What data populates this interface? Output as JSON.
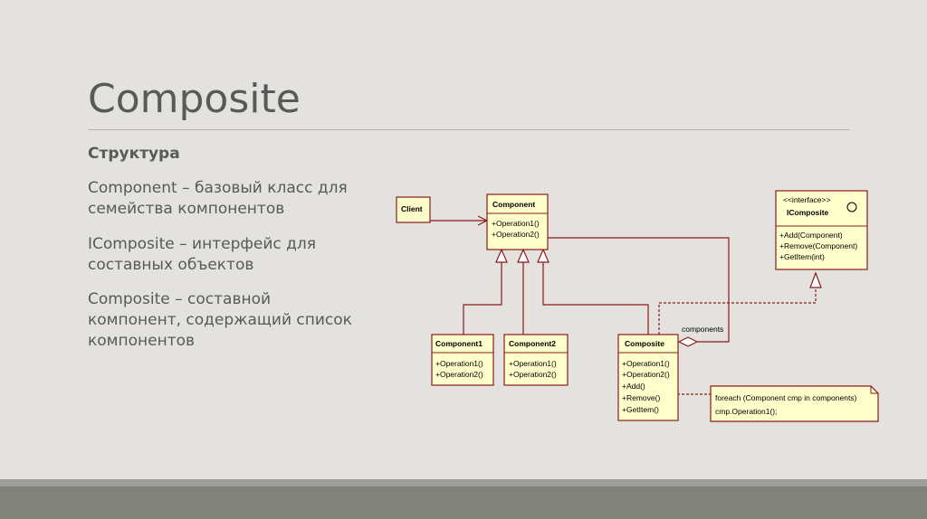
{
  "slide": {
    "title": "Composite",
    "subtitle": "Структура",
    "paragraphs": [
      "Component – базовый класс для семейства компонентов",
      "IComposite – интерфейс для составных объектов",
      "Composite – составной компонент, содержащий список компонентов"
    ]
  },
  "diagram": {
    "client": {
      "name": "Client"
    },
    "component": {
      "name": "Component",
      "ops": [
        "+Operation1()",
        "+Operation2()"
      ]
    },
    "component1": {
      "name": "Component1",
      "ops": [
        "+Operation1()",
        "+Operation2()"
      ]
    },
    "component2": {
      "name": "Component2",
      "ops": [
        "+Operation1()",
        "+Operation2()"
      ]
    },
    "composite": {
      "name": "Composite",
      "ops": [
        "+Operation1()",
        "+Operation2()",
        "+Add()",
        "+Remove()",
        "+GetItem()"
      ]
    },
    "icomposite": {
      "stereotype": "<<interface>>",
      "name": "IComposite",
      "ops": [
        "+Add(Component)",
        "+Remove(Component)",
        "+GetItem(int)"
      ]
    },
    "association_label": "components",
    "note": [
      "foreach (Component cmp in components)",
      "cmp.Operation1();"
    ]
  },
  "colors": {
    "box_fill": "#ffffcc",
    "box_stroke": "#8b1a1a",
    "text": "#595959",
    "background": "#e3e2de"
  }
}
